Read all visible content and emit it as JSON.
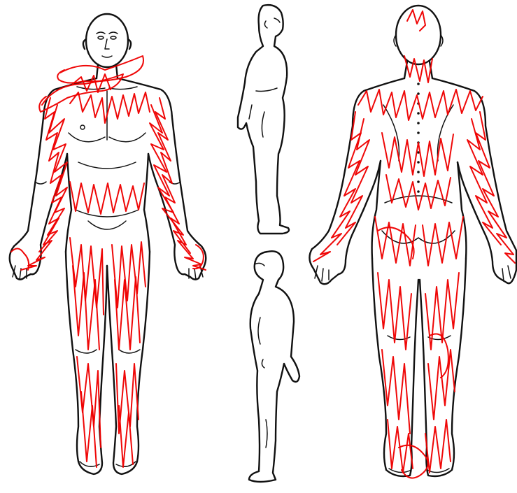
{
  "colors": {
    "outline": "#111111",
    "pain_marking": "#ee0000",
    "background": "#ffffff"
  },
  "figures": [
    {
      "id": "front",
      "view": "anterior"
    },
    {
      "id": "side-top",
      "view": "lateral"
    },
    {
      "id": "side-bottom",
      "view": "lateral"
    },
    {
      "id": "back",
      "view": "posterior"
    }
  ]
}
